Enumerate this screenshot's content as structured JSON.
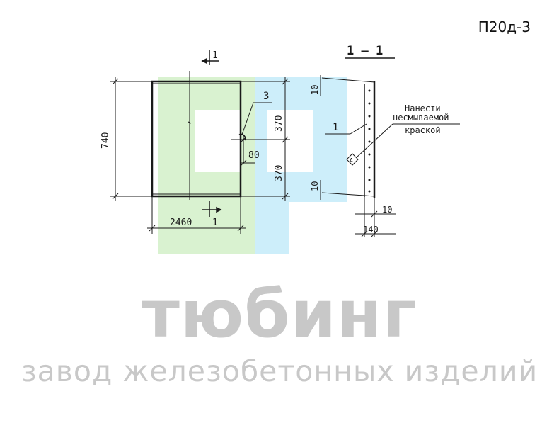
{
  "header": {
    "code": "П20д-3"
  },
  "drawing": {
    "section_label": "1 — 1",
    "cut_mark": "1",
    "dims": {
      "height": "740",
      "length": "2460",
      "half_upper": "370",
      "half_lower": "370",
      "offset": "80",
      "top_gap": "10",
      "bottom_gap": "10",
      "side_gap": "10",
      "thickness": "140"
    },
    "callouts": {
      "insert": "3",
      "rebar": "1"
    },
    "note": {
      "line1": "Нанести",
      "line2": "несмываемой",
      "line3": "краской"
    },
    "mark_glyph": "А"
  },
  "watermark": {
    "brand": "тюбинг",
    "tagline": "завод железобетонных изделий",
    "colors": {
      "green": "#d9f2d0",
      "blue": "#cdeefa",
      "gray": "#c8c8c8"
    }
  }
}
